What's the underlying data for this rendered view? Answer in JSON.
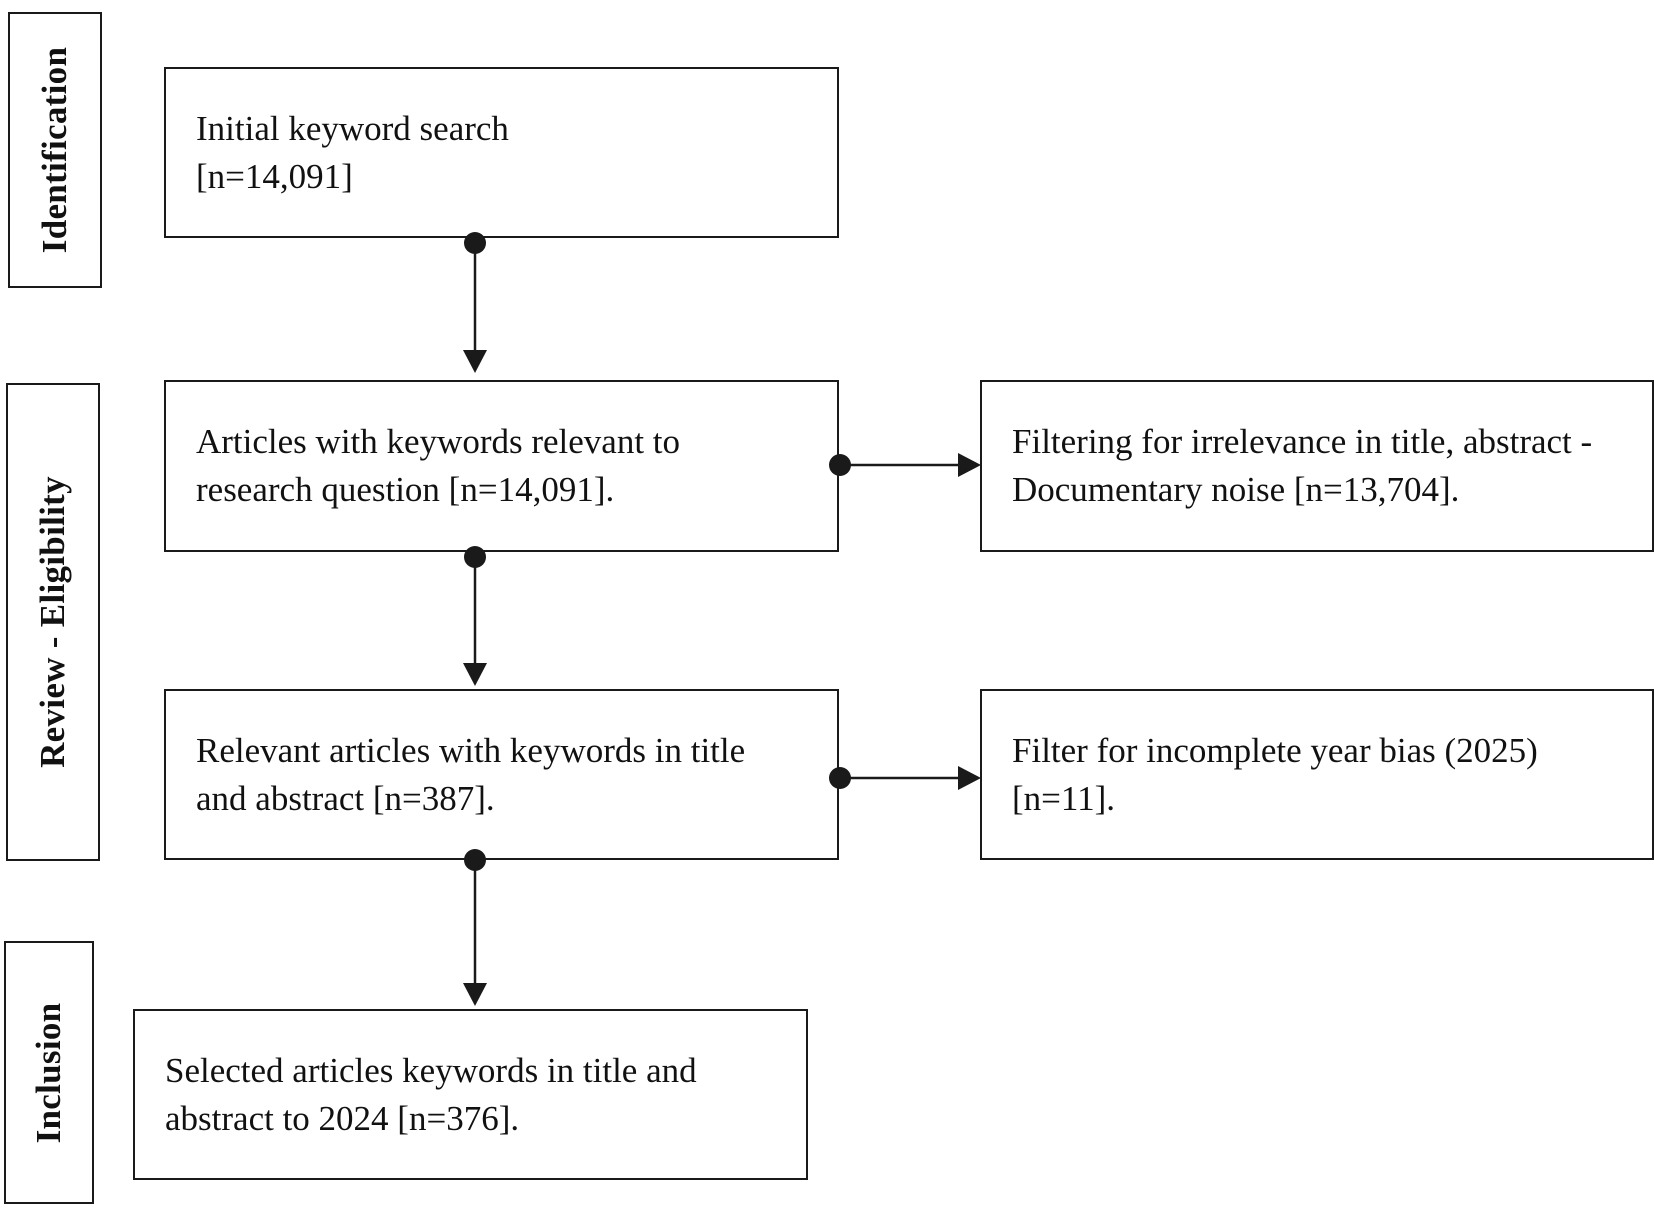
{
  "stages": {
    "identification": "Identification",
    "review": "Review - Eligibility",
    "inclusion": "Inclusion"
  },
  "boxes": {
    "initial_search": {
      "line1": "Initial keyword search",
      "line2": "[n=14,091]"
    },
    "relevant_keywords": {
      "line1": "Articles with keywords relevant to",
      "line2": "research question [n=14,091]."
    },
    "filter_irrelevance": {
      "line1": "Filtering for irrelevance in title, abstract -",
      "line2": "Documentary noise [n=13,704]."
    },
    "title_abstract": {
      "line1": "Relevant articles with keywords in title",
      "line2": "and abstract [n=387]."
    },
    "filter_year": {
      "line1": "Filter for incomplete year bias (2025)",
      "line2": "[n=11]."
    },
    "selected": {
      "line1": "Selected articles keywords in title and",
      "line2": "abstract to 2024 [n=376]."
    }
  },
  "colors": {
    "line": "#1a1a1a",
    "background": "#ffffff"
  }
}
